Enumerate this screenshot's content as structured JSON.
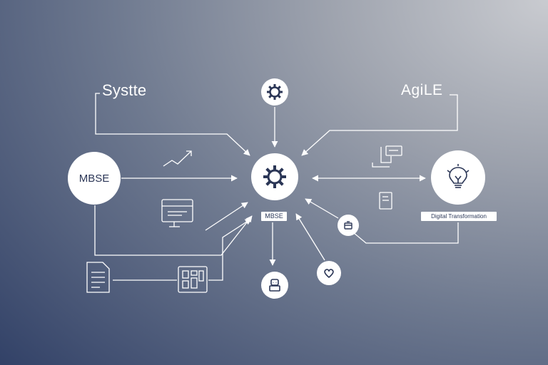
{
  "labels": {
    "systems": "Systte",
    "agile": "AgiLE",
    "mbse_node": "MBSE",
    "mbse_center": "MBSE",
    "digital": "Digital Transformation"
  },
  "icons": {
    "hub": "gear-icon",
    "top": "gear-icon",
    "bulb": "lightbulb-icon",
    "bottom": "robot-icon",
    "heart": "heart-icon",
    "small": "box-icon",
    "trend": "trend-arrow-icon",
    "monitor": "monitor-icon",
    "document": "document-icon",
    "board": "kanban-board-icon",
    "chat": "chat-icon",
    "clipboard": "clipboard-icon"
  },
  "colors": {
    "line": "#ffffff",
    "node_fill": "#ffffff",
    "icon": "#2b3656"
  }
}
